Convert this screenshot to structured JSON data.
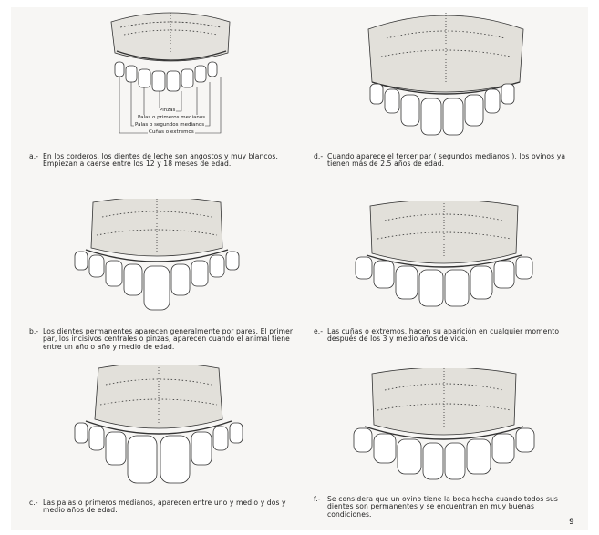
{
  "panels": [
    {
      "letter": "a.-",
      "text": "En los corderos, los dientes de leche son angostos y muy blancos. Empiezan a caerse entre los 12 y 18 meses de edad.",
      "labels": [
        "Pinzas",
        "Palas o primeros medianos",
        "Palas o segundos medianos",
        "Cuñas o extremos"
      ]
    },
    {
      "letter": "d.-",
      "text": "Cuando aparece el tercer par ( segundos medianos ), los ovinos ya tienen más de 2.5 años de edad."
    },
    {
      "letter": "b.-",
      "text": "Los dientes permanentes aparecen generalmente por pares. El primer par, los incisivos centrales o pinzas, aparecen cuando el animal tiene entre un año o año y medio de edad."
    },
    {
      "letter": "e.-",
      "text": "Las cuñas o extremos, hacen su aparición en cualquier momento después de los 3 y medio años de vida."
    },
    {
      "letter": "c.-",
      "text": "Las palas o primeros medianos, aparecen entre uno y medio y dos y medio años de edad."
    },
    {
      "letter": "f.-",
      "text": "Se considera que un ovino tiene la boca hecha cuando todos sus dientes son permanentes y se encuentran en muy buenas condiciones."
    }
  ],
  "page_mark": "9"
}
